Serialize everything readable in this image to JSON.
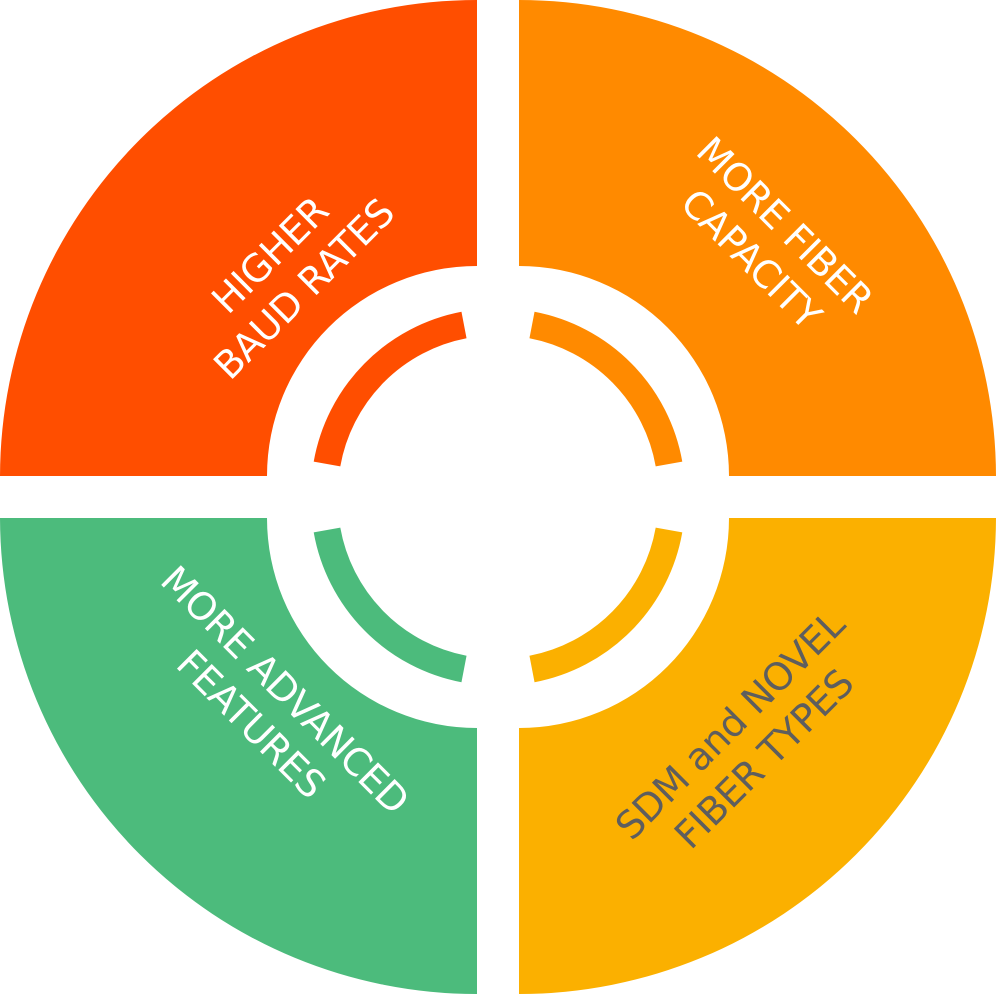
{
  "segments": [
    {
      "id": "top-left",
      "color": "#FF4E00",
      "text_color": "#FFFFFF",
      "lines": [
        "HIGHER",
        "BAUD RATES"
      ]
    },
    {
      "id": "top-right",
      "color": "#FF8A00",
      "text_color": "#FFFFFF",
      "lines": [
        "MORE FIBER",
        "CAPACITY"
      ]
    },
    {
      "id": "bottom-left",
      "color": "#4CBB7C",
      "text_color": "#FFFFFF",
      "lines": [
        "MORE ADVANCED",
        "FEATURES"
      ]
    },
    {
      "id": "bottom-right",
      "color": "#FBB000",
      "text_color": "#5E5E5E",
      "lines": [
        "SDM and NOVEL",
        "FIBER TYPES"
      ]
    }
  ]
}
